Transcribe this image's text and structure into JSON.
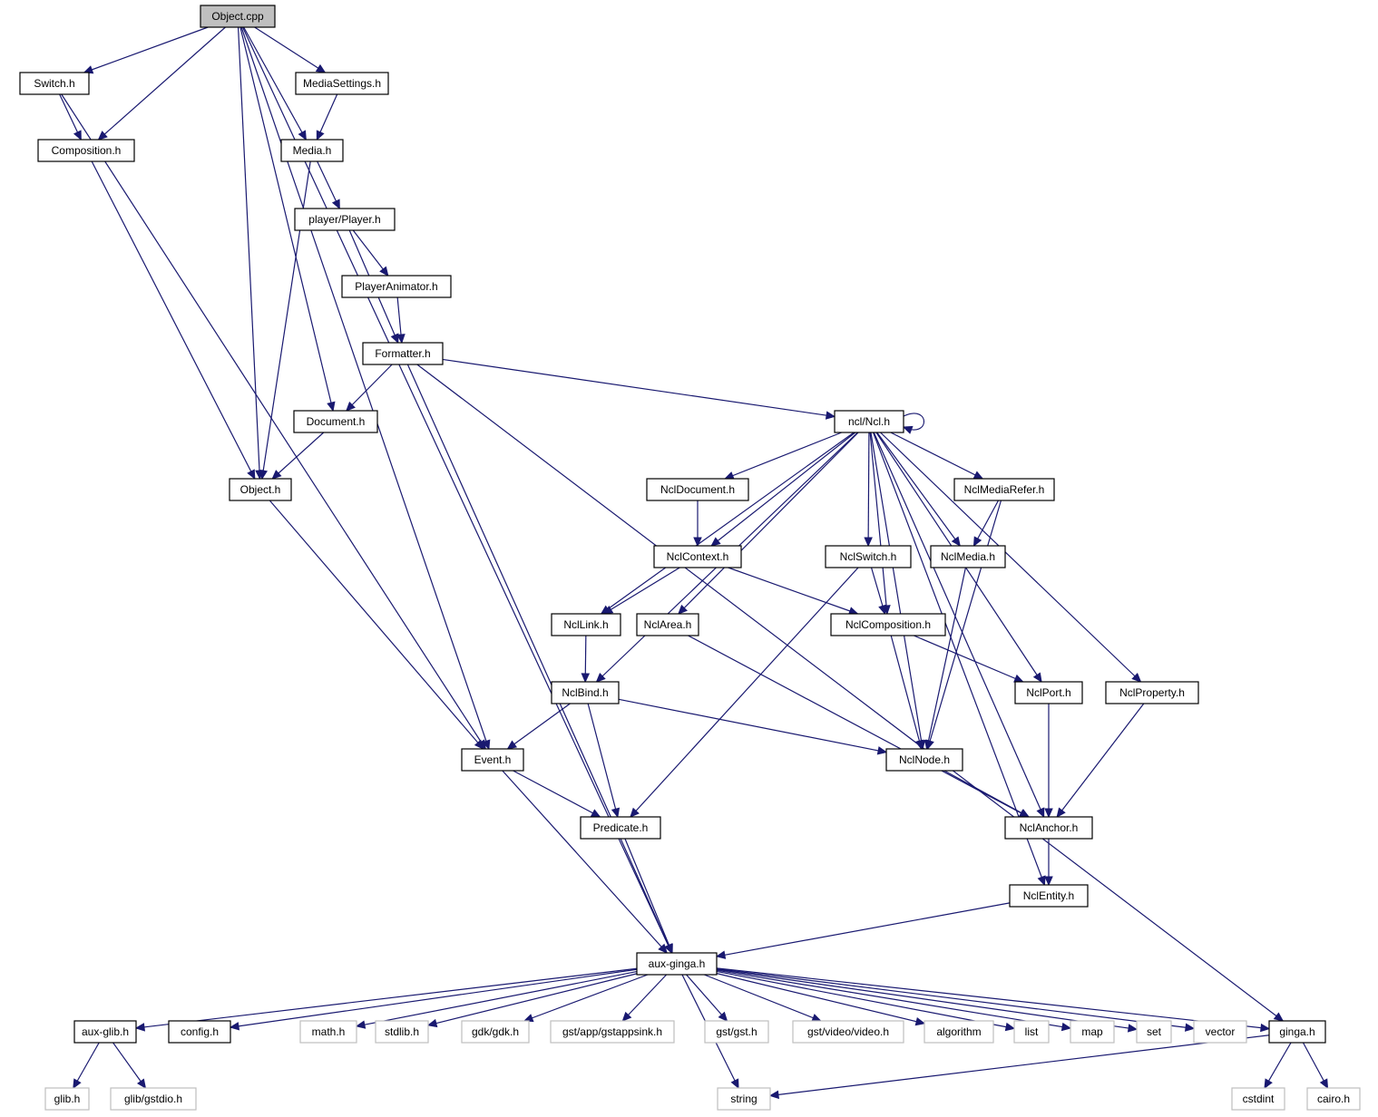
{
  "title": "Object.cpp include dependency graph",
  "colors": {
    "edge": "#191970",
    "node_border": "#000000",
    "external_border": "#bfbfbf",
    "root_fill": "#bfbfbf"
  },
  "nodes": [
    {
      "id": "object_cpp",
      "label": "Object.cpp",
      "kind": "root"
    },
    {
      "id": "switch_h",
      "label": "Switch.h",
      "kind": "local"
    },
    {
      "id": "mediasettings_h",
      "label": "MediaSettings.h",
      "kind": "local"
    },
    {
      "id": "composition_h",
      "label": "Composition.h",
      "kind": "local"
    },
    {
      "id": "media_h",
      "label": "Media.h",
      "kind": "local"
    },
    {
      "id": "player_h",
      "label": "player/Player.h",
      "kind": "local"
    },
    {
      "id": "playeranimator_h",
      "label": "PlayerAnimator.h",
      "kind": "local"
    },
    {
      "id": "formatter_h",
      "label": "Formatter.h",
      "kind": "local"
    },
    {
      "id": "document_h",
      "label": "Document.h",
      "kind": "local"
    },
    {
      "id": "ncl_h",
      "label": "ncl/Ncl.h",
      "kind": "local"
    },
    {
      "id": "object_h",
      "label": "Object.h",
      "kind": "local"
    },
    {
      "id": "ncldocument_h",
      "label": "NclDocument.h",
      "kind": "local"
    },
    {
      "id": "nclmediarefer_h",
      "label": "NclMediaRefer.h",
      "kind": "local"
    },
    {
      "id": "nclcontext_h",
      "label": "NclContext.h",
      "kind": "local"
    },
    {
      "id": "nclswitch_h",
      "label": "NclSwitch.h",
      "kind": "local"
    },
    {
      "id": "nclmedia_h",
      "label": "NclMedia.h",
      "kind": "local"
    },
    {
      "id": "ncllink_h",
      "label": "NclLink.h",
      "kind": "local"
    },
    {
      "id": "nclarea_h",
      "label": "NclArea.h",
      "kind": "local"
    },
    {
      "id": "nclcomposition_h",
      "label": "NclComposition.h",
      "kind": "local"
    },
    {
      "id": "nclbind_h",
      "label": "NclBind.h",
      "kind": "local"
    },
    {
      "id": "nclport_h",
      "label": "NclPort.h",
      "kind": "local"
    },
    {
      "id": "nclproperty_h",
      "label": "NclProperty.h",
      "kind": "local"
    },
    {
      "id": "event_h",
      "label": "Event.h",
      "kind": "local"
    },
    {
      "id": "nclnode_h",
      "label": "NclNode.h",
      "kind": "local"
    },
    {
      "id": "predicate_h",
      "label": "Predicate.h",
      "kind": "local"
    },
    {
      "id": "nclanchor_h",
      "label": "NclAnchor.h",
      "kind": "local"
    },
    {
      "id": "nclentity_h",
      "label": "NclEntity.h",
      "kind": "local"
    },
    {
      "id": "aux_ginga_h",
      "label": "aux-ginga.h",
      "kind": "local"
    },
    {
      "id": "aux_glib_h",
      "label": "aux-glib.h",
      "kind": "local"
    },
    {
      "id": "config_h",
      "label": "config.h",
      "kind": "local"
    },
    {
      "id": "math_h",
      "label": "math.h",
      "kind": "external"
    },
    {
      "id": "stdlib_h",
      "label": "stdlib.h",
      "kind": "external"
    },
    {
      "id": "gdk_h",
      "label": "gdk/gdk.h",
      "kind": "external"
    },
    {
      "id": "gstappsink_h",
      "label": "gst/app/gstappsink.h",
      "kind": "external"
    },
    {
      "id": "gst_h",
      "label": "gst/gst.h",
      "kind": "external"
    },
    {
      "id": "video_h",
      "label": "gst/video/video.h",
      "kind": "external"
    },
    {
      "id": "algorithm",
      "label": "algorithm",
      "kind": "external"
    },
    {
      "id": "list",
      "label": "list",
      "kind": "external"
    },
    {
      "id": "map",
      "label": "map",
      "kind": "external"
    },
    {
      "id": "set",
      "label": "set",
      "kind": "external"
    },
    {
      "id": "vector",
      "label": "vector",
      "kind": "external"
    },
    {
      "id": "ginga_h",
      "label": "ginga.h",
      "kind": "local"
    },
    {
      "id": "glib_h",
      "label": "glib.h",
      "kind": "external"
    },
    {
      "id": "gstdio_h",
      "label": "glib/gstdio.h",
      "kind": "external"
    },
    {
      "id": "string",
      "label": "string",
      "kind": "external"
    },
    {
      "id": "cstdint",
      "label": "cstdint",
      "kind": "external"
    },
    {
      "id": "cairo_h",
      "label": "cairo.h",
      "kind": "external"
    }
  ],
  "edges": [
    [
      "object_cpp",
      "switch_h"
    ],
    [
      "object_cpp",
      "composition_h"
    ],
    [
      "object_cpp",
      "object_h"
    ],
    [
      "object_cpp",
      "document_h"
    ],
    [
      "object_cpp",
      "media_h"
    ],
    [
      "object_cpp",
      "mediasettings_h"
    ],
    [
      "object_cpp",
      "event_h"
    ],
    [
      "object_cpp",
      "aux_ginga_h"
    ],
    [
      "switch_h",
      "composition_h"
    ],
    [
      "switch_h",
      "event_h"
    ],
    [
      "mediasettings_h",
      "media_h"
    ],
    [
      "composition_h",
      "object_h"
    ],
    [
      "media_h",
      "object_h"
    ],
    [
      "media_h",
      "player_h"
    ],
    [
      "player_h",
      "playeranimator_h"
    ],
    [
      "player_h",
      "formatter_h"
    ],
    [
      "playeranimator_h",
      "formatter_h"
    ],
    [
      "formatter_h",
      "document_h"
    ],
    [
      "formatter_h",
      "ncl_h"
    ],
    [
      "formatter_h",
      "aux_ginga_h"
    ],
    [
      "formatter_h",
      "ginga_h"
    ],
    [
      "document_h",
      "object_h"
    ],
    [
      "object_h",
      "event_h"
    ],
    [
      "ncl_h",
      "ncl_h"
    ],
    [
      "ncl_h",
      "ncldocument_h"
    ],
    [
      "ncl_h",
      "nclcontext_h"
    ],
    [
      "ncl_h",
      "nclswitch_h"
    ],
    [
      "ncl_h",
      "nclmedia_h"
    ],
    [
      "ncl_h",
      "nclmediarefer_h"
    ],
    [
      "ncl_h",
      "ncllink_h"
    ],
    [
      "ncl_h",
      "nclarea_h"
    ],
    [
      "ncl_h",
      "nclbind_h"
    ],
    [
      "ncl_h",
      "nclcomposition_h"
    ],
    [
      "ncl_h",
      "nclnode_h"
    ],
    [
      "ncl_h",
      "nclport_h"
    ],
    [
      "ncl_h",
      "nclproperty_h"
    ],
    [
      "ncl_h",
      "nclanchor_h"
    ],
    [
      "ncl_h",
      "nclentity_h"
    ],
    [
      "ncldocument_h",
      "nclcontext_h"
    ],
    [
      "nclcontext_h",
      "ncllink_h"
    ],
    [
      "nclcontext_h",
      "nclcomposition_h"
    ],
    [
      "nclmediarefer_h",
      "nclmedia_h"
    ],
    [
      "nclmediarefer_h",
      "nclnode_h"
    ],
    [
      "nclswitch_h",
      "nclcomposition_h"
    ],
    [
      "nclswitch_h",
      "predicate_h"
    ],
    [
      "nclmedia_h",
      "nclnode_h"
    ],
    [
      "ncllink_h",
      "nclbind_h"
    ],
    [
      "nclarea_h",
      "nclanchor_h"
    ],
    [
      "nclcomposition_h",
      "nclnode_h"
    ],
    [
      "nclcomposition_h",
      "nclport_h"
    ],
    [
      "nclbind_h",
      "event_h"
    ],
    [
      "nclbind_h",
      "predicate_h"
    ],
    [
      "nclbind_h",
      "nclnode_h"
    ],
    [
      "nclport_h",
      "nclanchor_h"
    ],
    [
      "nclproperty_h",
      "nclanchor_h"
    ],
    [
      "event_h",
      "predicate_h"
    ],
    [
      "event_h",
      "aux_ginga_h"
    ],
    [
      "nclnode_h",
      "nclanchor_h"
    ],
    [
      "predicate_h",
      "aux_ginga_h"
    ],
    [
      "nclanchor_h",
      "nclentity_h"
    ],
    [
      "nclentity_h",
      "aux_ginga_h"
    ],
    [
      "aux_ginga_h",
      "aux_glib_h"
    ],
    [
      "aux_ginga_h",
      "config_h"
    ],
    [
      "aux_ginga_h",
      "math_h"
    ],
    [
      "aux_ginga_h",
      "stdlib_h"
    ],
    [
      "aux_ginga_h",
      "gdk_h"
    ],
    [
      "aux_ginga_h",
      "gstappsink_h"
    ],
    [
      "aux_ginga_h",
      "gst_h"
    ],
    [
      "aux_ginga_h",
      "video_h"
    ],
    [
      "aux_ginga_h",
      "algorithm"
    ],
    [
      "aux_ginga_h",
      "list"
    ],
    [
      "aux_ginga_h",
      "map"
    ],
    [
      "aux_ginga_h",
      "set"
    ],
    [
      "aux_ginga_h",
      "vector"
    ],
    [
      "aux_ginga_h",
      "ginga_h"
    ],
    [
      "aux_ginga_h",
      "string"
    ],
    [
      "aux_glib_h",
      "glib_h"
    ],
    [
      "aux_glib_h",
      "gstdio_h"
    ],
    [
      "ginga_h",
      "string"
    ],
    [
      "ginga_h",
      "cstdint"
    ],
    [
      "ginga_h",
      "cairo_h"
    ]
  ]
}
